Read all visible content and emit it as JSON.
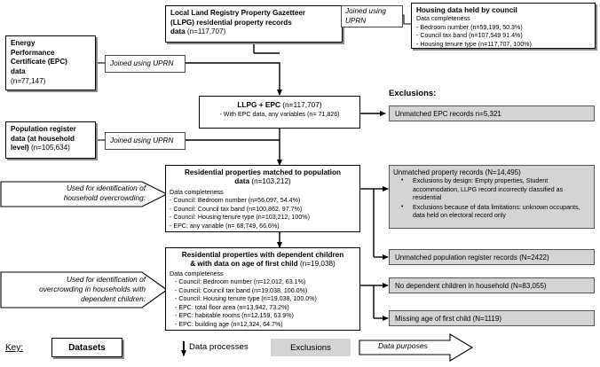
{
  "diagram": {
    "title_implicit": "Data linkage flow diagram",
    "accent_exclusion_fill": "#d4d4d4",
    "line_color": "#000000"
  },
  "datasets": {
    "llpg": {
      "title": "Local Land Registry Property Gazetteer (LLPG) residential property records",
      "line1": "Local Land Registry Property Gazetteer",
      "line2": "(LLPG) residential property records",
      "line3_bold": "data",
      "line3_n": "(n=117,707)"
    },
    "epc": {
      "line1": "Energy",
      "line2": "Performance",
      "line3": "Certificate (EPC)",
      "line4": "data",
      "n": "(n=77,147)"
    },
    "council": {
      "title": "Housing data held by council",
      "subtitle": "Data completeness",
      "items": [
        "- Bedroom number (n=59,199, 50.3%)",
        "- Council tax band (n=107,549 91.4%)",
        "- Housing tenure type (n=117,707, 100%)"
      ]
    },
    "popreg": {
      "line1": "Population register",
      "line2": "data (at household",
      "line3": "level)",
      "n": "(n=105,634)"
    }
  },
  "join_labels": {
    "top": "Joined using UPRN",
    "top_l1": "Joined using",
    "top_l2": "UPRN",
    "epc": "Joined using UPRN",
    "popreg": "Joined using UPRN"
  },
  "processes": {
    "llpg_epc": {
      "title_bold": "LLPG + EPC",
      "title_n": "(n=117,707)",
      "line2": "- With EPC data, any variables (n= 71,826)"
    },
    "matched": {
      "title_l1": "Residential properties matched to population",
      "title_l2_bold": "data",
      "title_l2_n": "(n=103,212)",
      "subtitle": "Data completeness",
      "items": [
        "-   Council: Bedroom number (n=56,097, 54.4%)",
        "-   Council: Council tax band (n=100,862, 97.7%)",
        "-   Council: Housing tenure type (n=103,212, 100%)",
        "-   EPC: any variable (n= 68,749, 66.6%)"
      ]
    },
    "children": {
      "title_l1": "Residential properties with dependent children",
      "title_l2_bold": "& with data on age of first child",
      "title_l2_n": "(n=19,038)",
      "subtitle": "Data completeness",
      "items": [
        "- Council: Bedroom number (n=12,012, 63.1%)",
        "- Council: Council tax band (n=19,038, 100.0%)",
        "- Council: Housing tenure type  (n=19,038, 100.0%)",
        "- EPC: total floor area (n=13,942, 73.2%)",
        "- EPC: habitable rooms (n=12,159, 63.9%)",
        "- EPC: building age (n=12,324, 64.7%)"
      ]
    }
  },
  "exclusions": {
    "header": "Exclusions:",
    "unmatched_epc": "Unmatched EPC records n=5,321",
    "unmatched_property": {
      "title": "Unmatched property records (N=14,495)",
      "bullets": [
        "Exclusions by design: Empty properties, Student accommodation, LLPG record incorrectly classified as residential",
        "Exclusions because of data limitations: unknown occupants, data held on electoral record only"
      ]
    },
    "unmatched_popreg": "Unmatched population register records (N=2422)",
    "no_dependent_children": "No dependent children in household (N=83,055)",
    "missing_age": "Missing age of first child (N=1119)"
  },
  "purposes": {
    "overcrowding_l1": "Used for identification of",
    "overcrowding_l2": "household overcrowding:",
    "children_l1": "Used for identification of",
    "children_l2": "overcrowding in households with",
    "children_l3": "dependent children:"
  },
  "key": {
    "label": "Key:",
    "datasets": "Datasets",
    "processes": "Data processes",
    "exclusions": "Exclusions",
    "purposes": "Data purposes"
  }
}
